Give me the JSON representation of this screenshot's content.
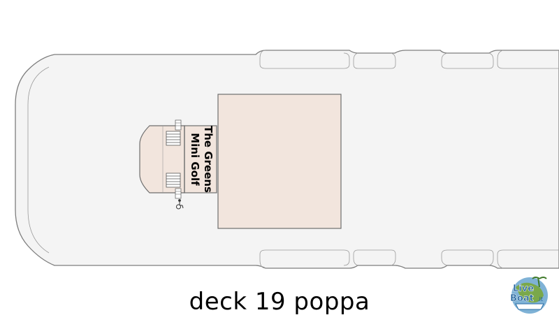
{
  "caption": "deck 19 poppa",
  "rooms": {
    "venue_line1": "The Greens",
    "venue_line2": "Mini Golf"
  },
  "logo": {
    "line1": "Live",
    "line2": "Boat",
    "suffix": ".it",
    "icon": "livebeat-logo"
  },
  "icons": {
    "stairs_top": "stairs-icon",
    "stairs_bottom": "stairs-icon",
    "accessibility": "wheelchair-icon"
  },
  "colors": {
    "hull_fill": "#f4f4f4",
    "hull_stroke": "#7d7d7d",
    "room_fill": "#f2e5dd",
    "room_stroke": "#6e6e6e"
  }
}
